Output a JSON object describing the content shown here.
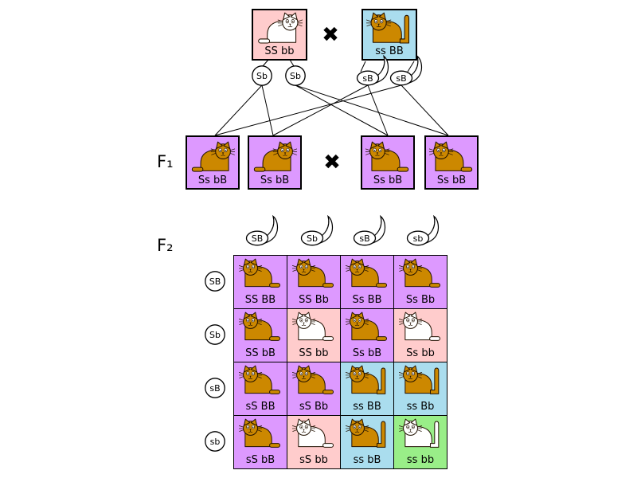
{
  "colors": {
    "violet": "#dd99ff",
    "pink": "#ffcccc",
    "blue": "#aaddee",
    "green": "#99ee88",
    "cat_brown": "#cc8800",
    "cat_white": "#ffffff",
    "outline": "#201000"
  },
  "cross_symbol": "✖",
  "parents": {
    "left": {
      "genotype": "SS bb",
      "bg": "pink",
      "cat": {
        "color": "white",
        "tail": "short",
        "facing": "right"
      },
      "gametes": [
        "Sb",
        "Sb"
      ],
      "gamete_type": "egg"
    },
    "right": {
      "genotype": "ss BB",
      "bg": "blue",
      "cat": {
        "color": "brown",
        "tail": "long",
        "facing": "left"
      },
      "gametes": [
        "sB",
        "sB"
      ],
      "gamete_type": "sperm"
    }
  },
  "f1": {
    "label": "F₁",
    "boxes": [
      {
        "genotype": "Ss bB",
        "bg": "violet",
        "cat": {
          "color": "brown",
          "tail": "short",
          "facing": "right"
        }
      },
      {
        "genotype": "Ss bB",
        "bg": "violet",
        "cat": {
          "color": "brown",
          "tail": "short",
          "facing": "right"
        }
      },
      {
        "genotype": "Ss bB",
        "bg": "violet",
        "cat": {
          "color": "brown",
          "tail": "short",
          "facing": "left"
        }
      },
      {
        "genotype": "Ss bB",
        "bg": "violet",
        "cat": {
          "color": "brown",
          "tail": "short",
          "facing": "left"
        }
      }
    ]
  },
  "f2": {
    "label": "F₂",
    "col_gametes": [
      "SB",
      "Sb",
      "sB",
      "sb"
    ],
    "row_gametes": [
      "SB",
      "Sb",
      "sB",
      "sb"
    ],
    "cells": [
      {
        "genotype": "SS BB",
        "bg": "violet",
        "cat": {
          "color": "brown",
          "tail": "short",
          "facing": "left"
        }
      },
      {
        "genotype": "SS Bb",
        "bg": "violet",
        "cat": {
          "color": "brown",
          "tail": "short",
          "facing": "left"
        }
      },
      {
        "genotype": "Ss BB",
        "bg": "violet",
        "cat": {
          "color": "brown",
          "tail": "short",
          "facing": "left"
        }
      },
      {
        "genotype": "Ss Bb",
        "bg": "violet",
        "cat": {
          "color": "brown",
          "tail": "short",
          "facing": "left"
        }
      },
      {
        "genotype": "SS bB",
        "bg": "violet",
        "cat": {
          "color": "brown",
          "tail": "short",
          "facing": "left"
        }
      },
      {
        "genotype": "SS bb",
        "bg": "pink",
        "cat": {
          "color": "white",
          "tail": "short",
          "facing": "left"
        }
      },
      {
        "genotype": "Ss bB",
        "bg": "violet",
        "cat": {
          "color": "brown",
          "tail": "short",
          "facing": "left"
        }
      },
      {
        "genotype": "Ss bb",
        "bg": "pink",
        "cat": {
          "color": "white",
          "tail": "short",
          "facing": "left"
        }
      },
      {
        "genotype": "sS BB",
        "bg": "violet",
        "cat": {
          "color": "brown",
          "tail": "short",
          "facing": "left"
        }
      },
      {
        "genotype": "sS Bb",
        "bg": "violet",
        "cat": {
          "color": "brown",
          "tail": "short",
          "facing": "left"
        }
      },
      {
        "genotype": "ss BB",
        "bg": "blue",
        "cat": {
          "color": "brown",
          "tail": "long",
          "facing": "left"
        }
      },
      {
        "genotype": "ss Bb",
        "bg": "blue",
        "cat": {
          "color": "brown",
          "tail": "long",
          "facing": "left"
        }
      },
      {
        "genotype": "sS bB",
        "bg": "violet",
        "cat": {
          "color": "brown",
          "tail": "short",
          "facing": "left"
        }
      },
      {
        "genotype": "sS bb",
        "bg": "pink",
        "cat": {
          "color": "white",
          "tail": "short",
          "facing": "left"
        }
      },
      {
        "genotype": "ss bB",
        "bg": "blue",
        "cat": {
          "color": "brown",
          "tail": "long",
          "facing": "left"
        }
      },
      {
        "genotype": "ss bb",
        "bg": "green",
        "cat": {
          "color": "white",
          "tail": "long",
          "facing": "left"
        }
      }
    ]
  }
}
